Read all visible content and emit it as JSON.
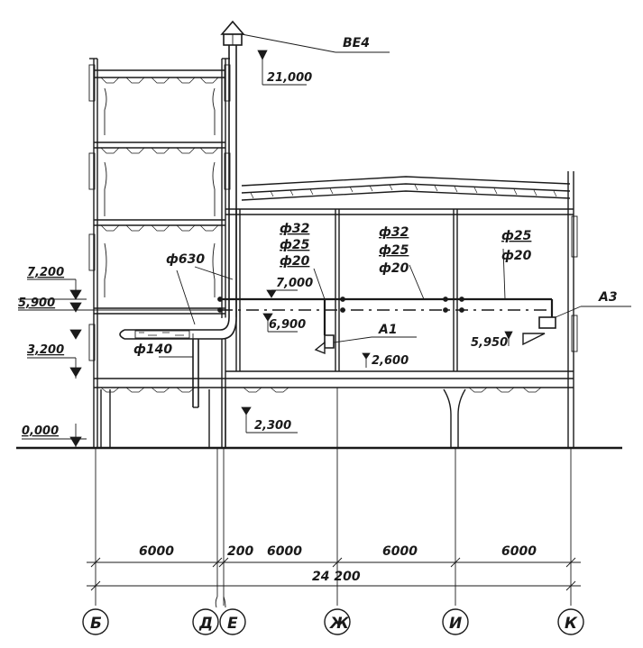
{
  "system_labels": {
    "exhaust": "ВЕ4",
    "supply_a1": "А1",
    "supply_a3": "А3"
  },
  "levels": {
    "l0": "0,000",
    "l1": "3,200",
    "l2": "5,900",
    "l3": "7,200",
    "roof_top": "21,000",
    "pipe_low": "2,300",
    "a1_low": "2,600",
    "pipe_top": "7,000",
    "pipe_mid": "6,900",
    "a3_outlet": "5,950"
  },
  "diameters": {
    "vent_duct": "ф630",
    "branch": "ф140",
    "seg1": [
      "ф32",
      "ф25",
      "ф20"
    ],
    "seg2": [
      "ф32",
      "ф25",
      "ф20"
    ],
    "seg3": [
      "ф25",
      "ф20"
    ]
  },
  "dimensions": {
    "b_d": "6000",
    "d_e": "200",
    "e_zh": "6000",
    "zh_i": "6000",
    "i_k": "6000",
    "total": "24 200"
  },
  "axes": [
    "Б",
    "Д",
    "Е",
    "Ж",
    "И",
    "К"
  ]
}
